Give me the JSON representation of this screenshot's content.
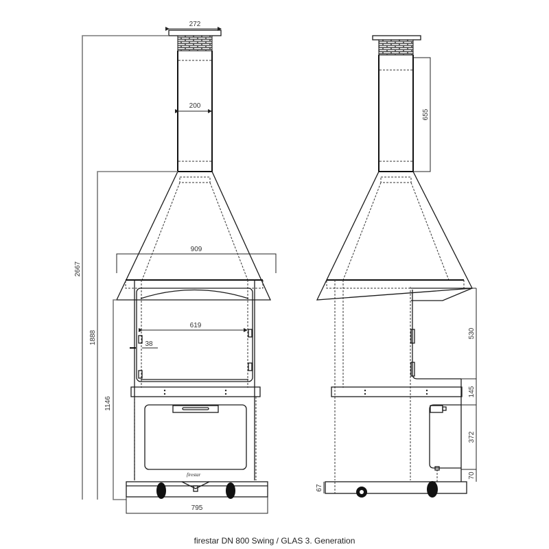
{
  "caption": "firestar DN 800 Swing / GLAS 3. Generation",
  "views": {
    "front": {
      "label": "front-view",
      "dimensions": {
        "chimney_cap_width": "272",
        "chimney_width": "200",
        "overall_height": "2667",
        "hood_bottom_height": "1888",
        "firebox_top_height": "1146",
        "hood_width": "909",
        "glass_width": "619",
        "frame_offset": "38",
        "base_width": "795"
      }
    },
    "side": {
      "label": "side-view",
      "dimensions": {
        "chimney_section": "655",
        "door_height": "530",
        "shelf_height": "145",
        "drawer_height": "372",
        "drawer_bottom_gap": "70",
        "base_height": "67"
      }
    }
  },
  "colors": {
    "line": "#1a1a1a",
    "dimension_line": "#7a7a7a",
    "background": "#ffffff"
  }
}
